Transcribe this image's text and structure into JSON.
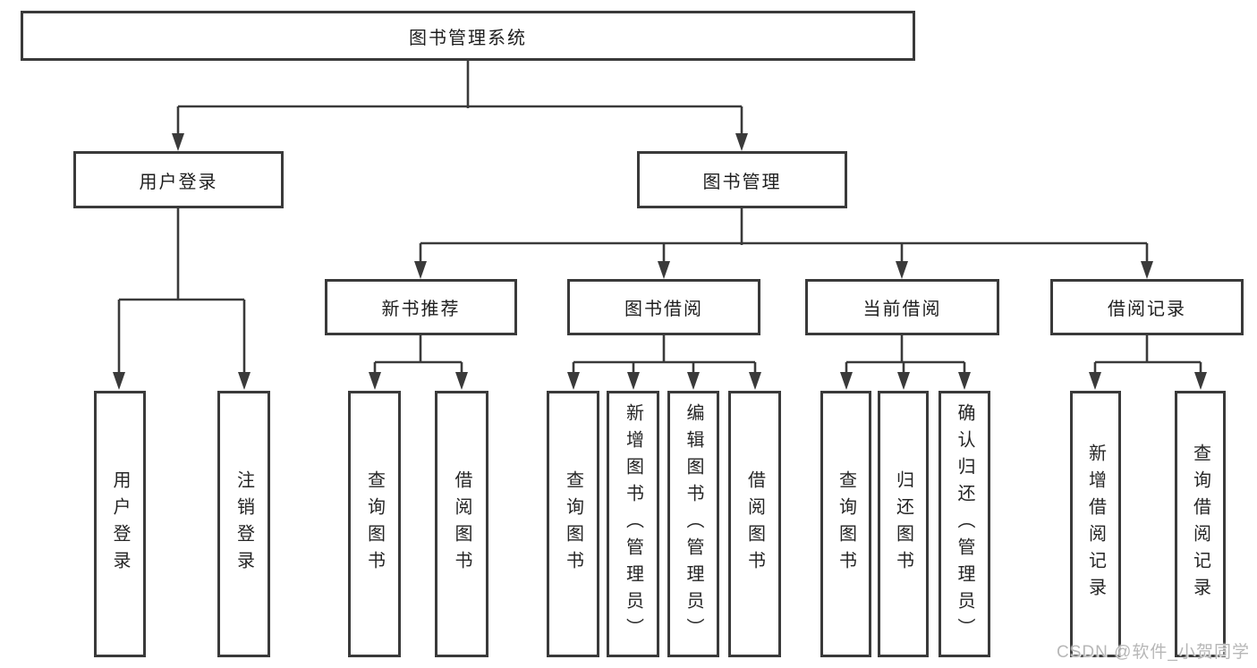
{
  "nodes": {
    "root": "图书管理系统",
    "level2": [
      "用户登录",
      "图书管理"
    ],
    "level3": [
      "新书推荐",
      "图书借阅",
      "当前借阅",
      "借阅记录"
    ],
    "level4": {
      "login": [
        "用户登录",
        "注销登录"
      ],
      "recommend": [
        "查询图书",
        "借阅图书"
      ],
      "borrow": [
        "查询图书",
        "新增图书（管理员）",
        "编辑图书（管理员）",
        "借阅图书"
      ],
      "current": [
        "查询图书",
        "归还图书",
        "确认归还（管理员）"
      ],
      "records": [
        "新增借阅记录",
        "查询借阅记录"
      ]
    }
  },
  "watermark": "CSDN @软件_小贺同学",
  "colors": {
    "line": "#3a3a3a",
    "box_border": "#3a3a3a",
    "text": "#1e1e1e",
    "watermark": "#b7b7b7",
    "background": "#ffffff"
  }
}
